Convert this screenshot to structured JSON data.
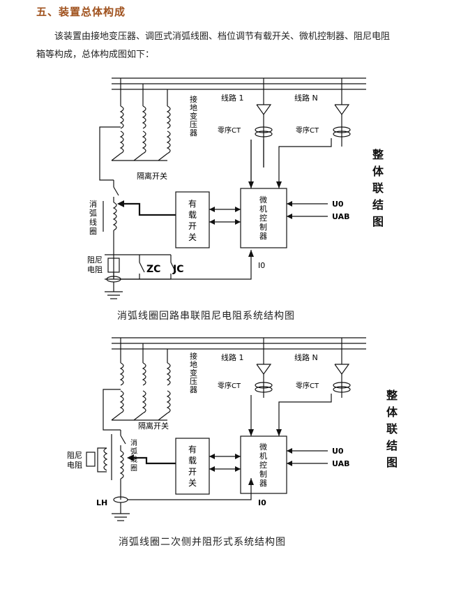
{
  "section": {
    "heading": "五、装置总体构成",
    "para_line1": "该装置由接地变压器、调匝式消弧线圈、档位调节有载开关、微机控制器、阻尼电阻",
    "para_line2": "箱等构成，总体构成图如下："
  },
  "diagram1": {
    "bus_label_1": "线路 1",
    "bus_label_n": "线路 N",
    "ct_label_1": "零序CT",
    "ct_label_2": "零序CT",
    "transformer_label": [
      "接",
      "地",
      "变",
      "压",
      "器"
    ],
    "isolation_switch": "隔离开关",
    "coil_label": [
      "消",
      "弧",
      "线",
      "圈"
    ],
    "tap_switch": [
      "有",
      "载",
      "开",
      "关"
    ],
    "controller": [
      "微",
      "机",
      "控",
      "制",
      "器"
    ],
    "input_u0": "U0",
    "input_uab": "UAB",
    "damping_resistor": [
      "阻尼",
      "电阻"
    ],
    "zc": "ZC",
    "jc": "JC",
    "io": "I0",
    "side_title": [
      "整",
      "体",
      "联",
      "结",
      "图"
    ],
    "caption": "消弧线圈回路串联阻尼电阻系统结构图"
  },
  "diagram2": {
    "bus_label_1": "线路 1",
    "bus_label_n": "线路 N",
    "ct_label_1": "零序CT",
    "ct_label_2": "零序CT",
    "transformer_label": [
      "接",
      "地",
      "变",
      "压",
      "器"
    ],
    "isolation_switch": "隔离开关",
    "coil_label": [
      "消",
      "弧",
      "线",
      "圈"
    ],
    "tap_switch": [
      "有",
      "载",
      "开",
      "关"
    ],
    "controller": [
      "微",
      "机",
      "控",
      "制",
      "器"
    ],
    "input_u0": "U0",
    "input_uab": "UAB",
    "damping_resistor": [
      "阻尼",
      "电阻"
    ],
    "lh": "LH",
    "io": "I0",
    "side_title": [
      "整",
      "体",
      "联",
      "结",
      "图"
    ],
    "caption": "消弧线圈二次侧并阻形式系统结构图"
  }
}
